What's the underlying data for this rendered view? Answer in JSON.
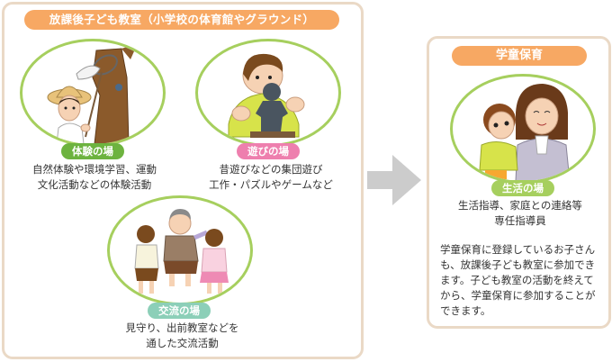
{
  "left_panel": {
    "title": "放課後子ども教室（小学校の体育館やグラウンド）",
    "sections": [
      {
        "badge": "体験の場",
        "badge_color": "#6db33f",
        "caption_lines": [
          "自然体験や環境学習、運動",
          "文化活動などの体験活動"
        ],
        "illustration": "boy-with-bug-net-icon"
      },
      {
        "badge": "遊びの場",
        "badge_color": "#ee7fae",
        "caption_lines": [
          "昔遊びなどの集団遊び",
          "工作・パズルやゲームなど"
        ],
        "illustration": "boy-making-clay-figure-icon"
      },
      {
        "badge": "交流の場",
        "badge_color": "#8ccfb8",
        "caption_lines": [
          "見守り、出前教室などを",
          "通した交流活動"
        ],
        "illustration": "elder-with-children-icon"
      }
    ]
  },
  "arrow": {
    "icon": "arrow-right-icon",
    "color": "#cccccc"
  },
  "right_panel": {
    "title": "学童保育",
    "section": {
      "badge": "生活の場",
      "badge_color": "#a6cf5e",
      "caption_lines": [
        "生活指導、家庭との連絡等",
        "専任指導員"
      ],
      "illustration": "mother-and-child-icon"
    },
    "note_lines": [
      "学童保育に登録しているお子さん",
      "も、放課後子ども教室に参加でき",
      "ます。子ども教室の活動を終えて",
      "から、学童保育に参加することが",
      "できます。"
    ]
  },
  "colors": {
    "frame_border": "#ead9c6",
    "header_pill": "#f7a863",
    "oval_border": "#a6cf5e"
  }
}
